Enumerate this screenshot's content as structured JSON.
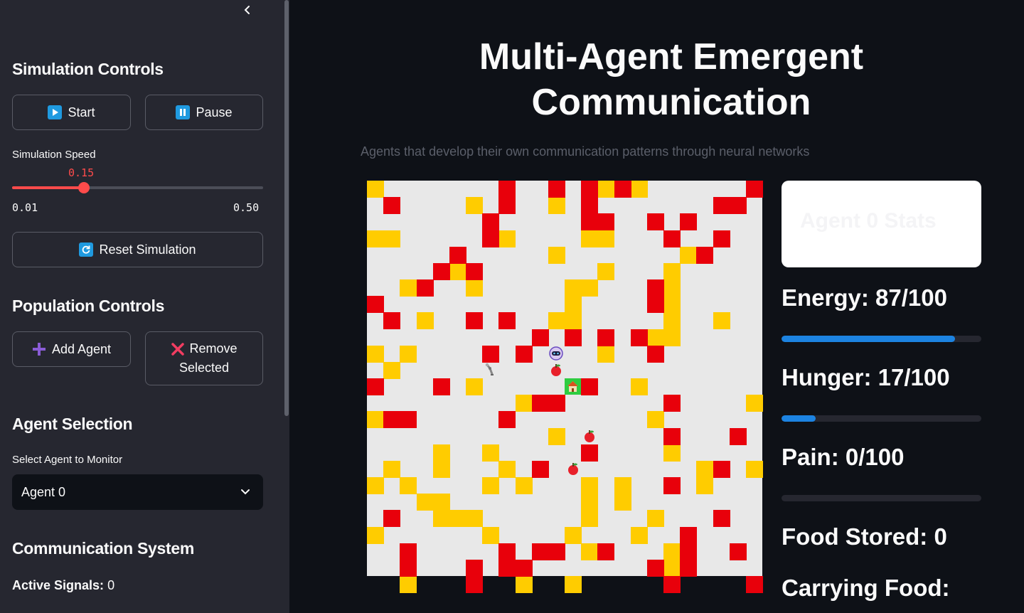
{
  "sidebar": {
    "simulation_controls": {
      "title": "Simulation Controls",
      "start_label": "Start",
      "pause_label": "Pause",
      "speed_label": "Simulation Speed",
      "speed_value": "0.15",
      "speed_min": "0.01",
      "speed_max": "0.50",
      "reset_label": "Reset Simulation"
    },
    "population_controls": {
      "title": "Population Controls",
      "add_label": "Add Agent",
      "remove_label_1": "Remove",
      "remove_label_2": "Selected"
    },
    "agent_selection": {
      "title": "Agent Selection",
      "select_label": "Select Agent to Monitor",
      "selected_value": "Agent 0"
    },
    "communication": {
      "title": "Communication System",
      "active_signals_label": "Active Signals:",
      "active_signals_value": "0"
    }
  },
  "main": {
    "title": "Multi-Agent Emergent Communication",
    "subtitle": "Agents that develop their own communication patterns through neural networks"
  },
  "stats": {
    "card_title": "Agent 0 Stats",
    "energy": {
      "label": "Energy: 87/100",
      "value": 87,
      "max": 100
    },
    "hunger": {
      "label": "Hunger: 17/100",
      "value": 17,
      "max": 100
    },
    "pain": {
      "label": "Pain: 0/100",
      "value": 0,
      "max": 100
    },
    "food_stored": "Food Stored: 0",
    "carrying_food": "Carrying Food:"
  },
  "colors": {
    "wall": "#e8000b",
    "sand": "#ffcc00",
    "floor": "#e8e8e8",
    "accent": "#ff4b4b",
    "progress": "#1c83e1"
  },
  "world": {
    "size": 24,
    "red": [
      [
        8,
        0
      ],
      [
        11,
        0
      ],
      [
        13,
        0
      ],
      [
        15,
        0
      ],
      [
        23,
        0
      ],
      [
        1,
        1
      ],
      [
        8,
        1
      ],
      [
        13,
        1
      ],
      [
        21,
        1
      ],
      [
        22,
        1
      ],
      [
        7,
        2
      ],
      [
        13,
        2
      ],
      [
        14,
        2
      ],
      [
        17,
        2
      ],
      [
        19,
        2
      ],
      [
        7,
        3
      ],
      [
        18,
        3
      ],
      [
        21,
        3
      ],
      [
        5,
        4
      ],
      [
        20,
        4
      ],
      [
        4,
        5
      ],
      [
        6,
        5
      ],
      [
        3,
        6
      ],
      [
        17,
        6
      ],
      [
        0,
        7
      ],
      [
        17,
        7
      ],
      [
        1,
        8
      ],
      [
        6,
        8
      ],
      [
        8,
        8
      ],
      [
        10,
        9
      ],
      [
        12,
        9
      ],
      [
        14,
        9
      ],
      [
        16,
        9
      ],
      [
        7,
        10
      ],
      [
        9,
        10
      ],
      [
        17,
        10
      ],
      [
        0,
        12
      ],
      [
        4,
        12
      ],
      [
        13,
        12
      ],
      [
        10,
        13
      ],
      [
        11,
        13
      ],
      [
        18,
        13
      ],
      [
        1,
        14
      ],
      [
        2,
        14
      ],
      [
        8,
        14
      ],
      [
        18,
        15
      ],
      [
        22,
        15
      ],
      [
        13,
        16
      ],
      [
        10,
        17
      ],
      [
        21,
        17
      ],
      [
        18,
        18
      ],
      [
        1,
        20
      ],
      [
        21,
        20
      ],
      [
        19,
        21
      ],
      [
        2,
        22
      ],
      [
        8,
        22
      ],
      [
        10,
        22
      ],
      [
        11,
        22
      ],
      [
        14,
        22
      ],
      [
        19,
        22
      ],
      [
        22,
        22
      ],
      [
        2,
        23
      ],
      [
        6,
        23
      ],
      [
        8,
        23
      ],
      [
        9,
        23
      ],
      [
        17,
        23
      ],
      [
        19,
        23
      ],
      [
        6,
        24
      ],
      [
        18,
        24
      ],
      [
        23,
        24
      ]
    ],
    "yellow": [
      [
        0,
        0
      ],
      [
        14,
        0
      ],
      [
        16,
        0
      ],
      [
        6,
        1
      ],
      [
        11,
        1
      ],
      [
        8,
        3
      ],
      [
        13,
        3
      ],
      [
        14,
        3
      ],
      [
        0,
        3
      ],
      [
        1,
        3
      ],
      [
        11,
        4
      ],
      [
        19,
        4
      ],
      [
        5,
        5
      ],
      [
        14,
        5
      ],
      [
        18,
        5
      ],
      [
        2,
        6
      ],
      [
        6,
        6
      ],
      [
        12,
        6
      ],
      [
        13,
        6
      ],
      [
        18,
        6
      ],
      [
        12,
        7
      ],
      [
        18,
        7
      ],
      [
        3,
        8
      ],
      [
        11,
        8
      ],
      [
        12,
        8
      ],
      [
        18,
        8
      ],
      [
        21,
        8
      ],
      [
        12,
        9
      ],
      [
        17,
        9
      ],
      [
        18,
        9
      ],
      [
        0,
        10
      ],
      [
        2,
        10
      ],
      [
        14,
        10
      ],
      [
        1,
        11
      ],
      [
        6,
        12
      ],
      [
        16,
        12
      ],
      [
        9,
        13
      ],
      [
        23,
        13
      ],
      [
        0,
        14
      ],
      [
        17,
        14
      ],
      [
        11,
        15
      ],
      [
        4,
        16
      ],
      [
        7,
        16
      ],
      [
        4,
        17
      ],
      [
        8,
        17
      ],
      [
        18,
        16
      ],
      [
        20,
        17
      ],
      [
        1,
        17
      ],
      [
        23,
        17
      ],
      [
        0,
        18
      ],
      [
        2,
        18
      ],
      [
        7,
        18
      ],
      [
        9,
        18
      ],
      [
        13,
        18
      ],
      [
        15,
        18
      ],
      [
        20,
        18
      ],
      [
        3,
        19
      ],
      [
        4,
        19
      ],
      [
        13,
        19
      ],
      [
        15,
        19
      ],
      [
        4,
        20
      ],
      [
        5,
        20
      ],
      [
        6,
        20
      ],
      [
        13,
        20
      ],
      [
        17,
        20
      ],
      [
        7,
        21
      ],
      [
        0,
        21
      ],
      [
        12,
        21
      ],
      [
        16,
        21
      ],
      [
        13,
        22
      ],
      [
        18,
        22
      ],
      [
        18,
        23
      ],
      [
        2,
        24
      ],
      [
        9,
        24
      ],
      [
        12,
        24
      ]
    ],
    "apples": [
      [
        11,
        11
      ],
      [
        13,
        15
      ],
      [
        12,
        17
      ]
    ],
    "home": [
      12,
      12
    ],
    "agents": [
      [
        11,
        10
      ],
      [
        7,
        11
      ]
    ]
  }
}
